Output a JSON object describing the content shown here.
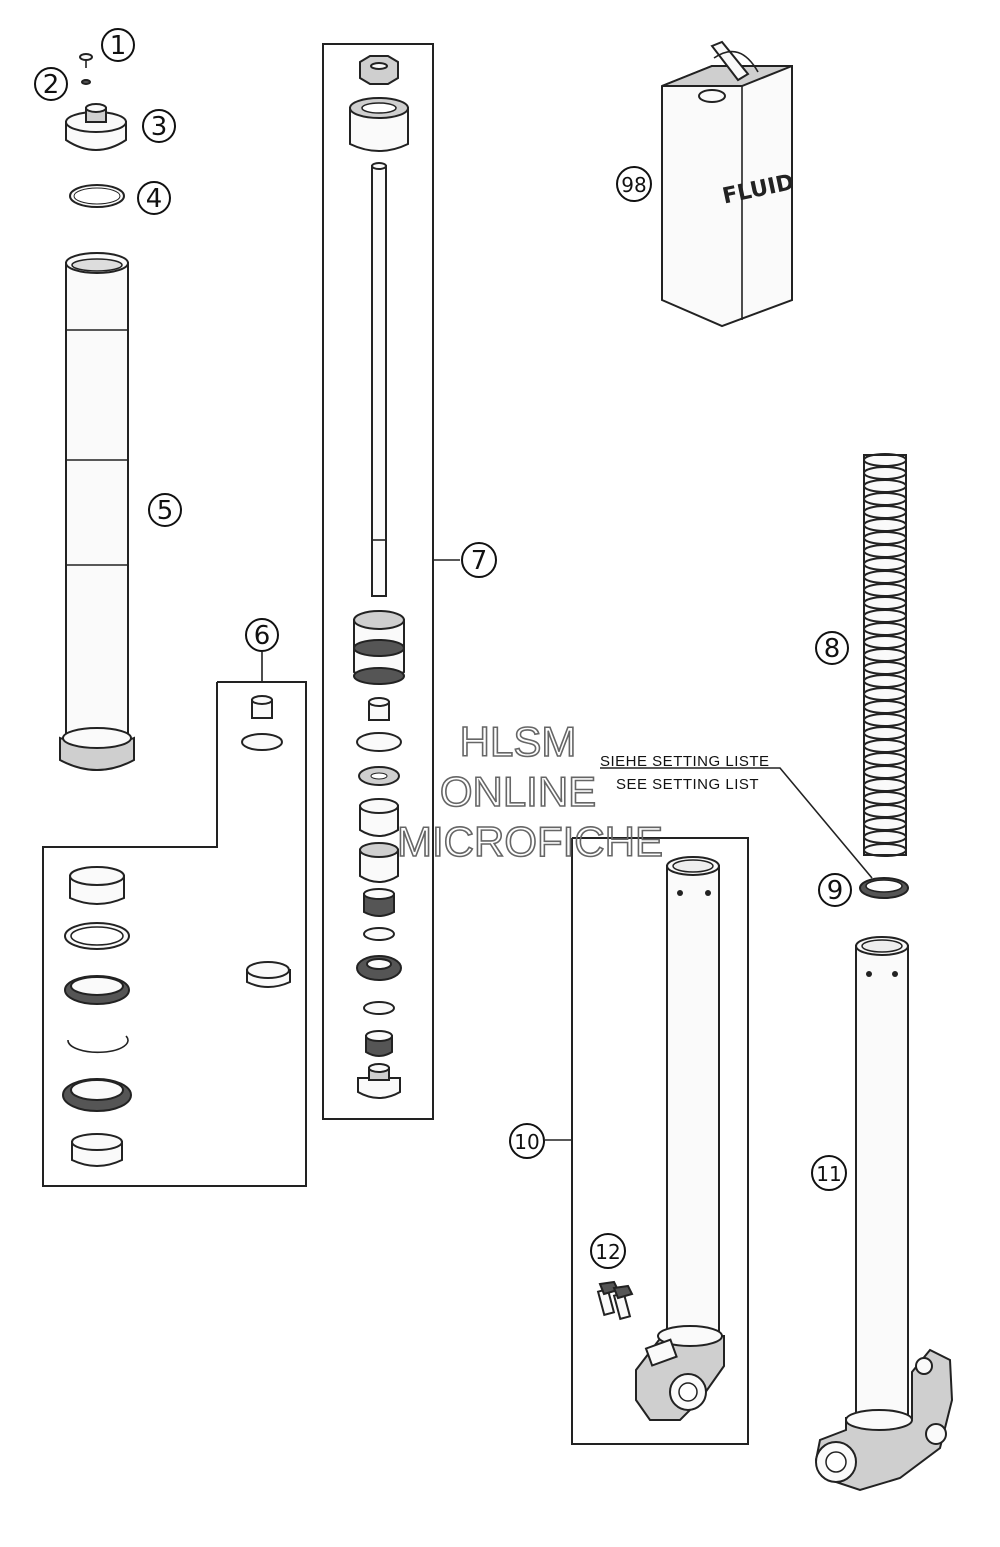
{
  "callouts": {
    "c1": "1",
    "c2": "2",
    "c3": "3",
    "c4": "4",
    "c5": "5",
    "c6": "6",
    "c7": "7",
    "c8": "8",
    "c9": "9",
    "c10": "10",
    "c11": "11",
    "c12": "12",
    "c98": "98"
  },
  "notes": {
    "setting_de": "SIEHE SETTING LISTE",
    "setting_en": "SEE SETTING LIST"
  },
  "container_label": "FLUID",
  "watermark": {
    "line1": "HLSM",
    "line2": "ONLINE",
    "line3": "MICROFICHE"
  }
}
